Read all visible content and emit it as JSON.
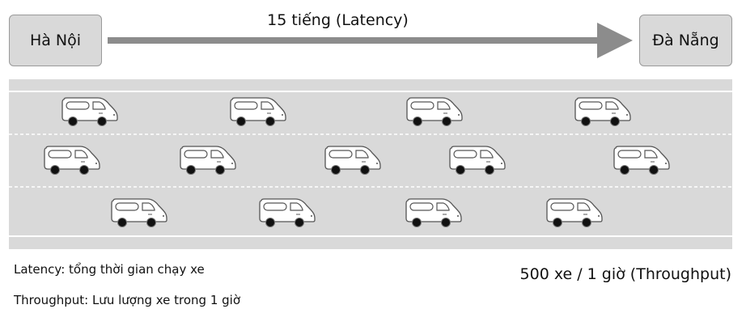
{
  "cities": {
    "from": "Hà Nội",
    "to": "Đà Nẵng"
  },
  "latency_label": "15 tiếng (Latency)",
  "notes": {
    "latency": "Latency: tổng thời gian chạy xe",
    "throughput": "Throughput: Lưu lượng xe trong 1 giờ"
  },
  "throughput_label": "500 xe / 1 giờ (Throughput)",
  "colors": {
    "road": "#d9d9d9",
    "lane_line": "#ffffff",
    "arrow": "#8c8c8c",
    "city_box": "#d9d9d9",
    "vehicle_body": "#ffffff",
    "vehicle_stroke": "#555555",
    "wheel": "#111111"
  }
}
